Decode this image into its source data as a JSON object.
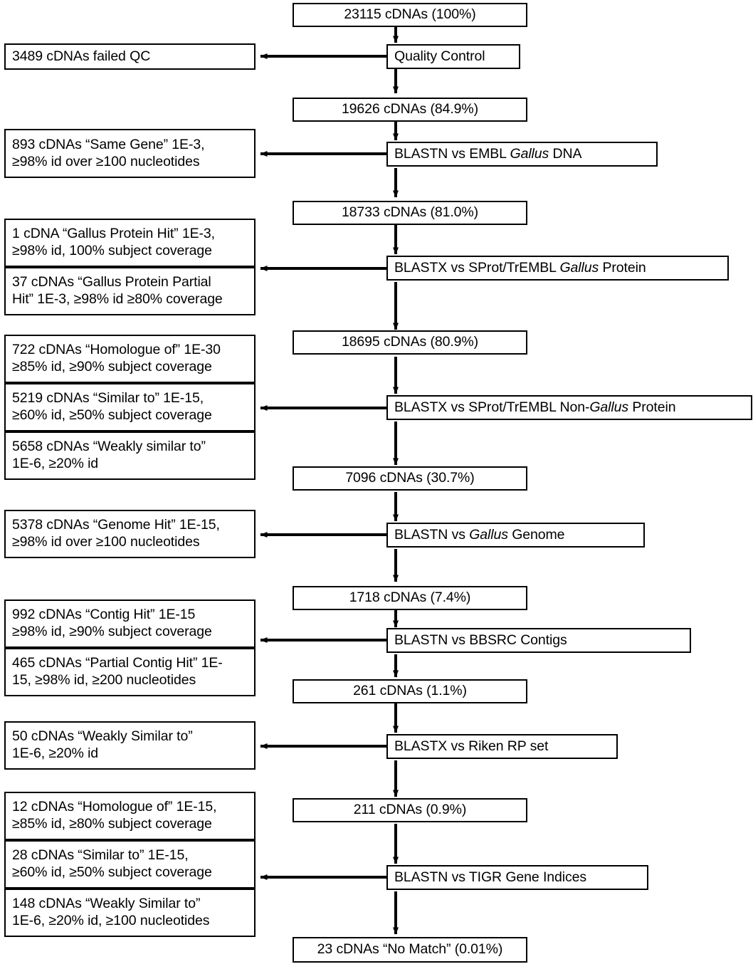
{
  "diagram": {
    "title": "cDNA annotation pipeline flowchart",
    "type": "flowchart",
    "counts": [
      {
        "id": "c0",
        "label": "23115 cDNAs (100%)"
      },
      {
        "id": "c1",
        "label": "19626 cDNAs (84.9%)"
      },
      {
        "id": "c2",
        "label": "18733 cDNAs (81.0%)"
      },
      {
        "id": "c3",
        "label": "18695 cDNAs (80.9%)"
      },
      {
        "id": "c4",
        "label": "7096 cDNAs (30.7%)"
      },
      {
        "id": "c5",
        "label": "1718 cDNAs (7.4%)"
      },
      {
        "id": "c6",
        "label": "261 cDNAs (1.1%)"
      },
      {
        "id": "c7",
        "label": "211 cDNAs (0.9%)"
      },
      {
        "id": "c8",
        "label": "23 cDNAs “No Match” (0.01%)"
      }
    ],
    "processes": [
      {
        "id": "p0",
        "pre": "Quality Control",
        "ital": "",
        "post": ""
      },
      {
        "id": "p1",
        "pre": "BLASTN vs EMBL ",
        "ital": "Gallus",
        "post": " DNA"
      },
      {
        "id": "p2",
        "pre": "BLASTX vs SProt/TrEMBL ",
        "ital": "Gallus",
        "post": " Protein"
      },
      {
        "id": "p3",
        "pre": "BLASTX vs SProt/TrEMBL Non-",
        "ital": "Gallus",
        "post": " Protein"
      },
      {
        "id": "p4",
        "pre": "BLASTN vs ",
        "ital": "Gallus",
        "post": " Genome"
      },
      {
        "id": "p5",
        "pre": "BLASTN vs BBSRC Contigs",
        "ital": "",
        "post": ""
      },
      {
        "id": "p6",
        "pre": "BLASTX vs Riken RP set",
        "ital": "",
        "post": ""
      },
      {
        "id": "p7",
        "pre": "BLASTN vs TIGR Gene Indices",
        "ital": "",
        "post": ""
      }
    ],
    "outputs": [
      {
        "id": "o0",
        "label": "3489 cDNAs failed QC"
      },
      {
        "id": "o1",
        "label": "893 cDNAs “Same Gene” 1E-3,\n≥98% id over ≥100 nucleotides"
      },
      {
        "id": "o2",
        "label": "1 cDNA “Gallus Protein Hit” 1E-3,\n≥98% id, 100% subject coverage"
      },
      {
        "id": "o3",
        "label": "37 cDNAs “Gallus Protein Partial\nHit” 1E-3, ≥98% id ≥80% coverage"
      },
      {
        "id": "o4",
        "label": "722 cDNAs “Homologue of” 1E-30\n≥85% id, ≥90% subject coverage"
      },
      {
        "id": "o5",
        "label": "5219 cDNAs “Similar to” 1E-15,\n≥60% id, ≥50% subject coverage"
      },
      {
        "id": "o6",
        "label": "5658 cDNAs “Weakly similar to”\n1E-6, ≥20% id"
      },
      {
        "id": "o7",
        "label": "5378 cDNAs “Genome Hit” 1E-15,\n≥98% id over ≥100 nucleotides"
      },
      {
        "id": "o8",
        "label": "992 cDNAs “Contig Hit” 1E-15\n≥98% id, ≥90% subject coverage"
      },
      {
        "id": "o9",
        "label": "465 cDNAs “Partial Contig Hit” 1E-\n15, ≥98% id, ≥200 nucleotides"
      },
      {
        "id": "o10",
        "label": "50 cDNAs “Weakly Similar to”\n1E-6, ≥20% id"
      },
      {
        "id": "o11",
        "label": "12 cDNAs “Homologue of” 1E-15,\n≥85% id, ≥80% subject coverage"
      },
      {
        "id": "o12",
        "label": "28 cDNAs “Similar to” 1E-15,\n≥60% id, ≥50% subject coverage"
      },
      {
        "id": "o13",
        "label": "148 cDNAs “Weakly Similar to”\n1E-6, ≥20% id, ≥100 nucleotides"
      }
    ]
  }
}
